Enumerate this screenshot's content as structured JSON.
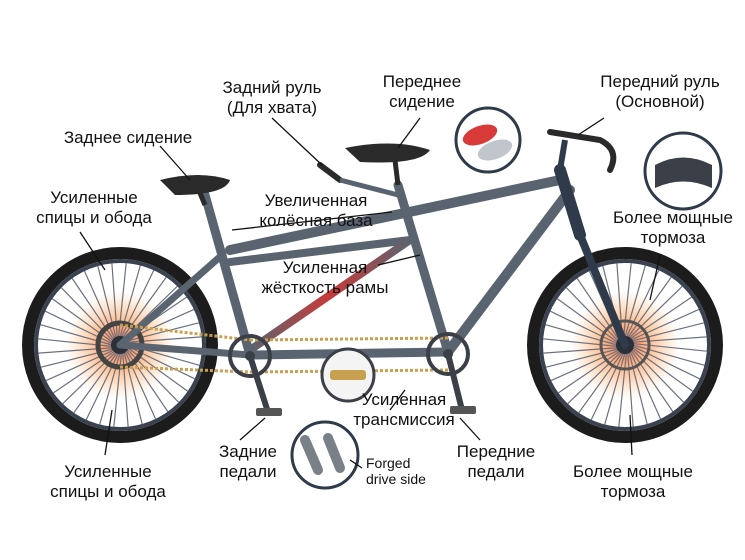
{
  "labels": {
    "rear_handlebar": [
      "Задний руль",
      "(Для хвата)"
    ],
    "front_seat": [
      "Переднее",
      "сидение"
    ],
    "front_handlebar": [
      "Передний руль",
      "(Основной)"
    ],
    "rear_seat": [
      "Заднее сидение"
    ],
    "spokes_top": [
      "Усиленные",
      "спицы и обода"
    ],
    "wheelbase": [
      "Увеличенная",
      "колёсная база"
    ],
    "stronger_brakes_top": [
      "Более мощные",
      "тормоза"
    ],
    "frame_rigidity": [
      "Усиленная",
      "жёсткость рамы"
    ],
    "transmission": [
      "Усиленная",
      "трансмиссия"
    ],
    "forged": [
      "Forged",
      "drive side"
    ],
    "rear_pedals": [
      "Задние",
      "педали"
    ],
    "front_pedals": [
      "Передние",
      "педали"
    ],
    "spokes_bottom": [
      "Усиленные",
      "спицы и обода"
    ],
    "stronger_brakes_bottom": [
      "Более мощные",
      "тормоза"
    ]
  },
  "colors": {
    "frame": "#5a6470",
    "frame_dark": "#2f3a4a",
    "tire": "#1c1c1c",
    "rim": "#3a4250",
    "spoke": "#6a7280",
    "glow": "#ff4a2a",
    "chain": "#c8a050",
    "leader": "#111111"
  }
}
